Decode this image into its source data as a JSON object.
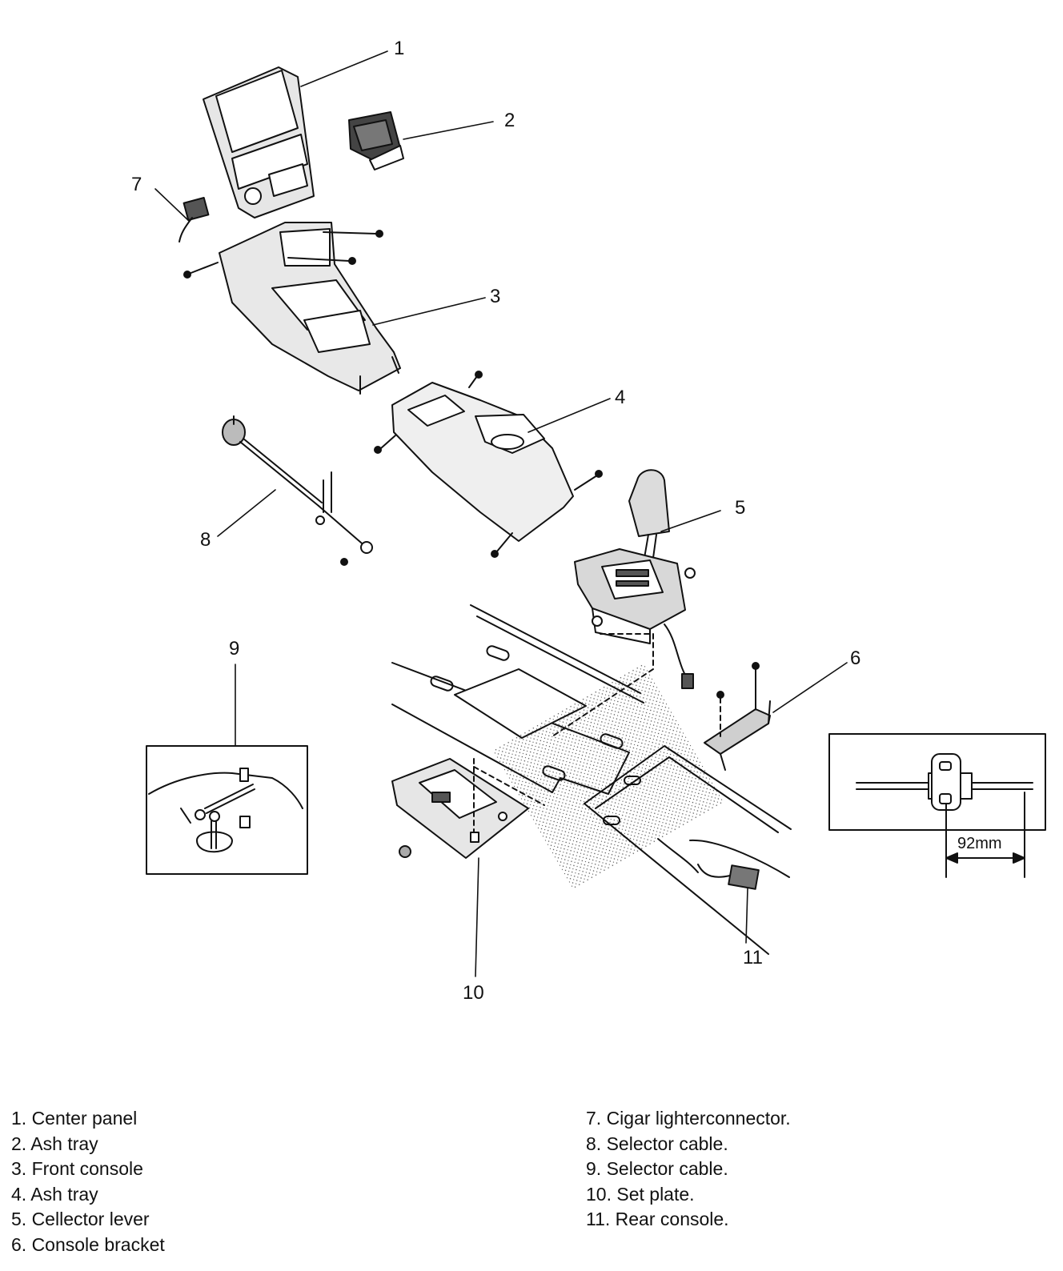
{
  "callouts": {
    "c1": "1",
    "c2": "2",
    "c3": "3",
    "c4": "4",
    "c5": "5",
    "c6": "6",
    "c7": "7",
    "c8": "8",
    "c9": "9",
    "c10": "10",
    "c11": "11"
  },
  "dimension_label": "92mm",
  "legend": {
    "left": [
      "1. Center panel",
      "2. Ash tray",
      "3. Front console",
      "4. Ash tray",
      "5. Cellector lever",
      "6. Console bracket"
    ],
    "right": [
      "7. Cigar lighterconnector.",
      "8. Selector cable.",
      "9. Selector cable.",
      "10. Set plate.",
      "11. Rear console."
    ]
  }
}
